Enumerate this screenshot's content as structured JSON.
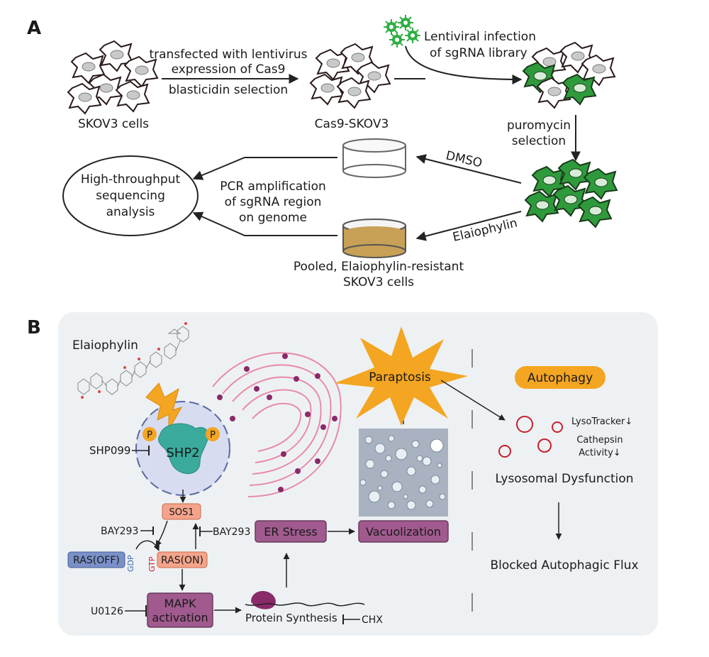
{
  "panel_a": {
    "letter": "A",
    "skov3_label": "SKOV3 cells",
    "step1_line1": "transfected with lentivirus",
    "step1_line2": "expression of Cas9",
    "step1_line3": "blasticidin selection",
    "cas9_label": "Cas9-SKOV3",
    "infection_line1": "Lentiviral infection",
    "infection_line2": "of sgRNA library",
    "puro_line1": "puromycin",
    "puro_line2": "selection",
    "dmso_label": "DMSO",
    "elaio_label": "Elaiophylin",
    "pooled_line1": "Pooled, Elaiophylin-resistant",
    "pooled_line2": "SKOV3 cells",
    "pcr_line1": "PCR amplification",
    "pcr_line2": "of sgRNA region",
    "pcr_line3": "on genome",
    "hts_line1": "High-throughput",
    "hts_line2": "sequencing",
    "hts_line3": "analysis"
  },
  "panel_b": {
    "letter": "B",
    "elaiophylin": "Elaiophylin",
    "shp2": "SHP2",
    "p": "P",
    "shp099": "SHP099",
    "sos1": "SOS1",
    "bay293": "BAY293",
    "ras_off": "RAS(OFF)",
    "ras_on": "RAS(ON)",
    "gdp": "GDP",
    "gtp": "GTP",
    "u0126": "U0126",
    "mapk_line1": "MAPK",
    "mapk_line2": "activation",
    "protein_synthesis": "Protein Synthesis",
    "chx": "CHX",
    "er_stress": "ER Stress",
    "vacuolization": "Vacuolization",
    "paraptosis": "Paraptosis",
    "autophagy": "Autophagy",
    "lysotracker": "LysoTracker↓",
    "cathepsin_line1": "Cathepsin",
    "cathepsin_line2": "Activity↓",
    "lysosomal": "Lysosomal Dysfunction",
    "blocked": "Blocked Autophagic Flux"
  },
  "colors": {
    "green_cell": "#2e9a3c",
    "purple_box": "#a05a8e",
    "orange": "#f4a521",
    "sos1_fill": "#f4a48c",
    "ras_off_fill": "#7a90c8",
    "lysosome": "#c8202c",
    "panel_bg": "#eef1f3",
    "nucleus": "#d8dcf0"
  }
}
